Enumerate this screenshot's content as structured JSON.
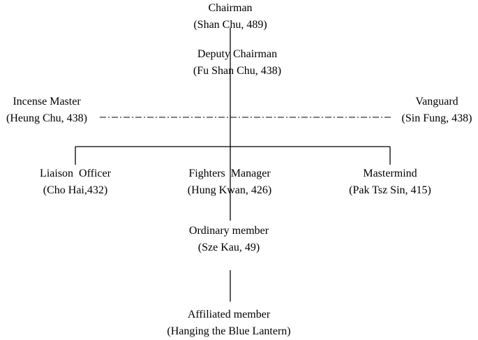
{
  "nodes": {
    "chairman": {
      "title": "Chairman",
      "detail": "(Shan Chu, 489)"
    },
    "deputy_chairman": {
      "title": "Deputy Chairman",
      "detail": "(Fu Shan Chu, 438)"
    },
    "incense_master": {
      "title": "Incense Master",
      "detail": "(Heung Chu, 438)"
    },
    "vanguard": {
      "title": "Vanguard",
      "detail": "(Sin Fung, 438)"
    },
    "liaison_officer": {
      "title": "Liaison  Officer",
      "detail": "(Cho Hai,432)"
    },
    "fighters_manager": {
      "title": "Fighters  Manager",
      "detail": "(Hung Kwan, 426)"
    },
    "mastermind": {
      "title": "Mastermind",
      "detail": "(Pak Tsz Sin, 415)"
    },
    "ordinary_member": {
      "title": "Ordinary member",
      "detail": "(Sze Kau, 49)"
    },
    "affiliated_member": {
      "title": "Affiliated member",
      "detail": "(Hanging the Blue Lantern)"
    }
  }
}
